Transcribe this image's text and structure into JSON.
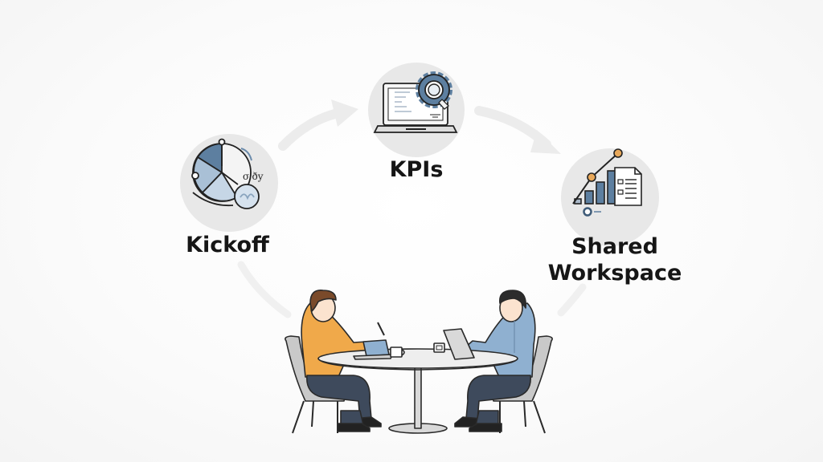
{
  "diagram": {
    "type": "process-cycle",
    "background_color": "#f9f9f9",
    "node_circle_color": "#e8e8e8",
    "arrow_color": "#ececec",
    "nodes": [
      {
        "id": "kickoff",
        "label": "Kickoff",
        "icon": "pie-chart-clock-icon"
      },
      {
        "id": "kpis",
        "label": "KPIs",
        "icon": "laptop-gear-icon"
      },
      {
        "id": "shared-workspace",
        "label_line1": "Shared",
        "label_line2": "Workspace",
        "icon": "bar-chart-document-icon"
      }
    ],
    "edges": [
      {
        "from": "kickoff",
        "to": "kpis"
      },
      {
        "from": "kpis",
        "to": "shared-workspace"
      },
      {
        "from": "shared-workspace",
        "to": "meeting"
      },
      {
        "from": "meeting",
        "to": "kickoff"
      }
    ],
    "center_scene": {
      "description": "Two people seated at a round table working on laptops",
      "person_left": {
        "shirt_color": "#f0a94a",
        "pants_color": "#3e4a5c",
        "hair_color": "#7a4a2a"
      },
      "person_right": {
        "shirt_color": "#8fb0d0",
        "pants_color": "#3e4a5c",
        "hair_color": "#2c2c2c"
      },
      "table_color": "#eeeeee",
      "chair_color": "#c9c9c9"
    }
  }
}
